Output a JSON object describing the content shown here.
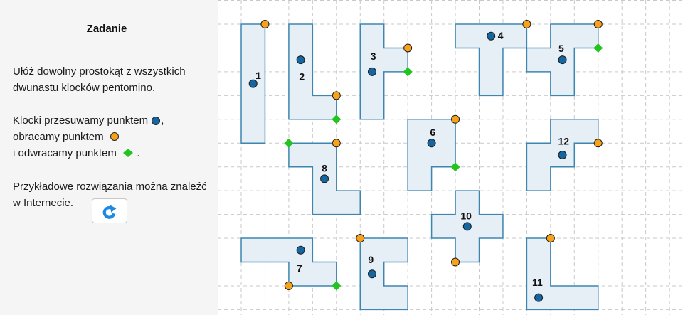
{
  "sidebar": {
    "title": "Zadanie",
    "paragraph1_line1": "Ułóż dowolny prostokąt z wszystkich",
    "paragraph1_line2": "dwunastu klocków pentomino.",
    "move_text": "Klocki przesuwamy punktem",
    "move_suffix": ",",
    "rotate_text": "obracamy punktem",
    "flip_text": "i odwracamy punktem",
    "flip_suffix": ".",
    "paragraph3_line1": "Przykładowe rozwiązania można znaleźć",
    "paragraph3_line2": "w Internecie.",
    "reset_button_icon": "redo-arrow-icon"
  },
  "colors": {
    "move_point": "#1565a0",
    "rotate_point": "#f7a21b",
    "flip_point": "#22c41f",
    "piece_fill": "#e6eef6",
    "piece_stroke": "#3d86b0",
    "grid": "#c9c9c9",
    "reset_icon": "#1e88e5"
  },
  "pieces": [
    {
      "label": "1",
      "cells": [
        [
          0,
          0
        ],
        [
          1,
          0
        ],
        [
          1,
          5
        ],
        [
          0,
          5
        ]
      ],
      "move": [
        0.5,
        2.5
      ],
      "labelAt": [
        0.72,
        2.15
      ],
      "rotate": [
        1,
        0
      ],
      "flip": null
    },
    {
      "label": "2",
      "cells": [
        [
          2,
          0
        ],
        [
          3,
          0
        ],
        [
          3,
          3
        ],
        [
          4,
          3
        ],
        [
          4,
          4
        ],
        [
          2,
          4
        ]
      ],
      "move": [
        2.5,
        1.5
      ],
      "labelAt": [
        2.55,
        2.2
      ],
      "rotate": [
        4,
        3
      ],
      "flip": [
        4,
        4
      ]
    },
    {
      "label": "3",
      "cells": [
        [
          5,
          0
        ],
        [
          6,
          0
        ],
        [
          6,
          1
        ],
        [
          7,
          1
        ],
        [
          7,
          2
        ],
        [
          6,
          2
        ],
        [
          6,
          4
        ],
        [
          5,
          4
        ]
      ],
      "move": [
        5.5,
        2
      ],
      "labelAt": [
        5.55,
        1.35
      ],
      "rotate": [
        7,
        1
      ],
      "flip": [
        7,
        2
      ]
    },
    {
      "label": "4",
      "cells": [
        [
          9,
          0
        ],
        [
          12,
          0
        ],
        [
          12,
          1
        ],
        [
          11,
          1
        ],
        [
          11,
          3
        ],
        [
          10,
          3
        ],
        [
          10,
          1
        ],
        [
          9,
          1
        ]
      ],
      "move": [
        10.5,
        0.5
      ],
      "labelAt": [
        10.9,
        0.48
      ],
      "rotate": [
        12,
        0
      ],
      "flip": null
    },
    {
      "label": "5",
      "cells": [
        [
          13,
          0
        ],
        [
          15,
          0
        ],
        [
          15,
          1
        ],
        [
          14,
          1
        ],
        [
          14,
          3
        ],
        [
          13,
          3
        ],
        [
          13,
          2
        ],
        [
          12,
          2
        ],
        [
          12,
          1
        ],
        [
          13,
          1
        ]
      ],
      "move": [
        13.5,
        1.5
      ],
      "labelAt": [
        13.45,
        1.02
      ],
      "rotate": [
        15,
        0
      ],
      "flip": [
        15,
        1
      ]
    },
    {
      "label": "6",
      "cells": [
        [
          7,
          4
        ],
        [
          9,
          4
        ],
        [
          9,
          6
        ],
        [
          8,
          6
        ],
        [
          8,
          7
        ],
        [
          7,
          7
        ]
      ],
      "move": [
        8,
        5
      ],
      "labelAt": [
        8.05,
        4.55
      ],
      "rotate": [
        9,
        4
      ],
      "flip": [
        9,
        6
      ]
    },
    {
      "label": "12",
      "cells": [
        [
          13,
          4
        ],
        [
          15,
          4
        ],
        [
          15,
          5
        ],
        [
          14,
          5
        ],
        [
          14,
          6
        ],
        [
          13,
          6
        ],
        [
          13,
          7
        ],
        [
          12,
          7
        ],
        [
          12,
          5
        ],
        [
          13,
          5
        ]
      ],
      "move": [
        13.5,
        5.5
      ],
      "labelAt": [
        13.55,
        4.92
      ],
      "rotate": [
        15,
        5
      ],
      "flip": null
    },
    {
      "label": "8",
      "cells": [
        [
          2,
          5
        ],
        [
          4,
          5
        ],
        [
          4,
          7
        ],
        [
          5,
          7
        ],
        [
          5,
          8
        ],
        [
          3,
          8
        ],
        [
          3,
          6
        ],
        [
          2,
          6
        ]
      ],
      "move": [
        3.5,
        6.5
      ],
      "labelAt": [
        3.5,
        6.05
      ],
      "rotate": [
        4,
        5
      ],
      "flip": [
        2,
        5
      ]
    },
    {
      "label": "10",
      "cells": [
        [
          9,
          7
        ],
        [
          10,
          7
        ],
        [
          10,
          8
        ],
        [
          11,
          8
        ],
        [
          11,
          9
        ],
        [
          10,
          9
        ],
        [
          10,
          10
        ],
        [
          9,
          10
        ],
        [
          9,
          9
        ],
        [
          8,
          9
        ],
        [
          8,
          8
        ],
        [
          9,
          8
        ]
      ],
      "move": [
        9.5,
        8.5
      ],
      "labelAt": [
        9.45,
        8.05
      ],
      "rotate": [
        9,
        10
      ],
      "flip": null
    },
    {
      "label": "7",
      "cells": [
        [
          0,
          9
        ],
        [
          3,
          9
        ],
        [
          3,
          10
        ],
        [
          4,
          10
        ],
        [
          4,
          11
        ],
        [
          2,
          11
        ],
        [
          2,
          10
        ],
        [
          0,
          10
        ]
      ],
      "move": [
        2.5,
        9.5
      ],
      "labelAt": [
        2.45,
        10.25
      ],
      "rotate": [
        2,
        11
      ],
      "flip": [
        4,
        11
      ]
    },
    {
      "label": "9",
      "cells": [
        [
          5,
          9
        ],
        [
          7,
          9
        ],
        [
          7,
          10
        ],
        [
          6,
          10
        ],
        [
          6,
          11
        ],
        [
          7,
          11
        ],
        [
          7,
          12
        ],
        [
          5,
          12
        ]
      ],
      "move": [
        5.5,
        10.5
      ],
      "labelAt": [
        5.45,
        9.9
      ],
      "rotate": [
        5,
        9
      ],
      "flip": null
    },
    {
      "label": "11",
      "cells": [
        [
          12,
          9
        ],
        [
          13,
          9
        ],
        [
          13,
          11
        ],
        [
          15,
          11
        ],
        [
          15,
          12
        ],
        [
          12,
          12
        ]
      ],
      "move": [
        12.5,
        11.5
      ],
      "labelAt": [
        12.45,
        10.85
      ],
      "rotate": [
        13,
        9
      ],
      "flip": null
    }
  ]
}
